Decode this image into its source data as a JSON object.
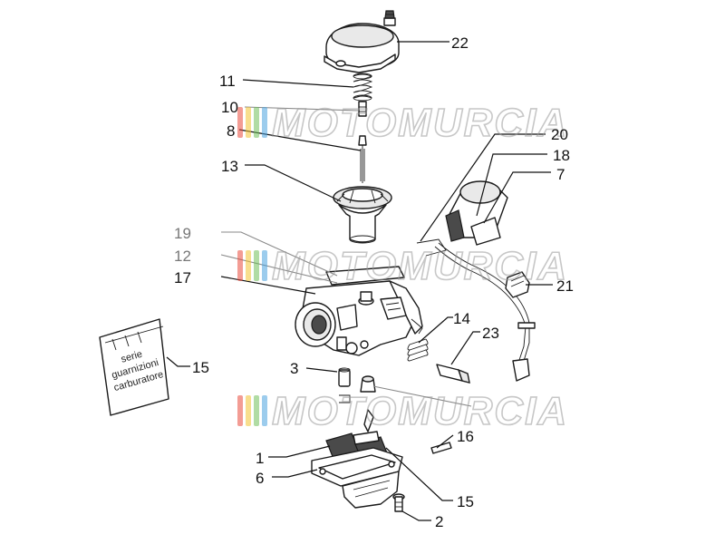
{
  "watermark": {
    "text": "MOTOMURCIA",
    "stripe_colors": [
      "#e94b3c",
      "#f2c230",
      "#6fbf5a",
      "#4aa3df"
    ]
  },
  "pouch": {
    "lines": [
      "serie",
      "guarnizioni",
      "carburatore"
    ]
  },
  "callouts": [
    {
      "id": "22",
      "text": "22"
    },
    {
      "id": "11",
      "text": "11"
    },
    {
      "id": "10",
      "text": "10"
    },
    {
      "id": "8",
      "text": "8"
    },
    {
      "id": "13",
      "text": "13"
    },
    {
      "id": "20",
      "text": "20"
    },
    {
      "id": "18",
      "text": "18"
    },
    {
      "id": "7",
      "text": "7"
    },
    {
      "id": "19",
      "text": "19"
    },
    {
      "id": "12",
      "text": "12"
    },
    {
      "id": "17",
      "text": "17"
    },
    {
      "id": "21",
      "text": "21"
    },
    {
      "id": "14",
      "text": "14"
    },
    {
      "id": "23",
      "text": "23"
    },
    {
      "id": "15a",
      "text": "15"
    },
    {
      "id": "3",
      "text": "3"
    },
    {
      "id": "16",
      "text": "16"
    },
    {
      "id": "1",
      "text": "1"
    },
    {
      "id": "6",
      "text": "6"
    },
    {
      "id": "15b",
      "text": "15"
    },
    {
      "id": "2",
      "text": "2"
    }
  ]
}
